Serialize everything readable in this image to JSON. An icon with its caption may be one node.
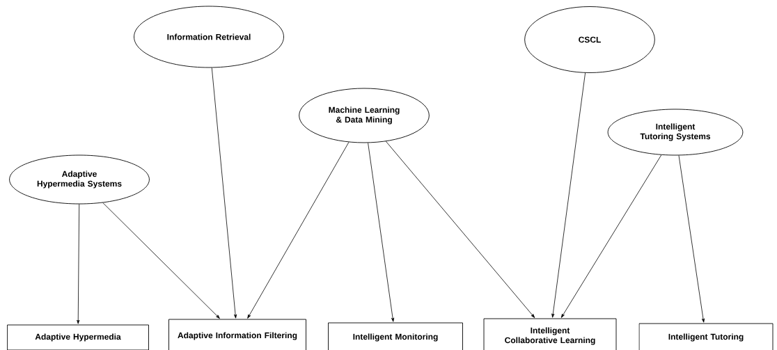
{
  "diagram": {
    "nodes": [
      {
        "text": [
          "Information Retrieval"
        ]
      },
      {
        "text": [
          "CSCL"
        ]
      },
      {
        "text": [
          "Machine Learning & Data Mining"
        ]
      },
      {
        "text": [
          "Intelligent Tutoring Systems"
        ]
      },
      {
        "text": [
          "Adaptive Hypermedia Systems"
        ]
      },
      {
        "text": [
          "Adaptive Hypermedia"
        ]
      },
      {
        "text": [
          "Adaptive Information Filtering"
        ]
      },
      {
        "text": [
          "Intelligent Monitoring"
        ]
      },
      {
        "text": [
          "Intelligent Collaborative Learning"
        ]
      },
      {
        "text": [
          "Intelligent Tutoring"
        ]
      }
    ],
    "edges": [
      {
        "from": 4,
        "to": 5,
        "arrow": "to"
      },
      {
        "from": 4,
        "to": 6,
        "arrow": "to"
      },
      {
        "from": 0,
        "to": 6,
        "arrow": "to"
      },
      {
        "from": 2,
        "to": 6,
        "arrow": "to"
      },
      {
        "from": 2,
        "to": 7,
        "arrow": "to"
      },
      {
        "from": 2,
        "to": 8,
        "arrow": "to"
      },
      {
        "from": 1,
        "to": 8,
        "arrow": "to"
      },
      {
        "from": 3,
        "to": 8,
        "arrow": "to"
      },
      {
        "from": 3,
        "to": 9,
        "arrow": "to"
      }
    ]
  }
}
